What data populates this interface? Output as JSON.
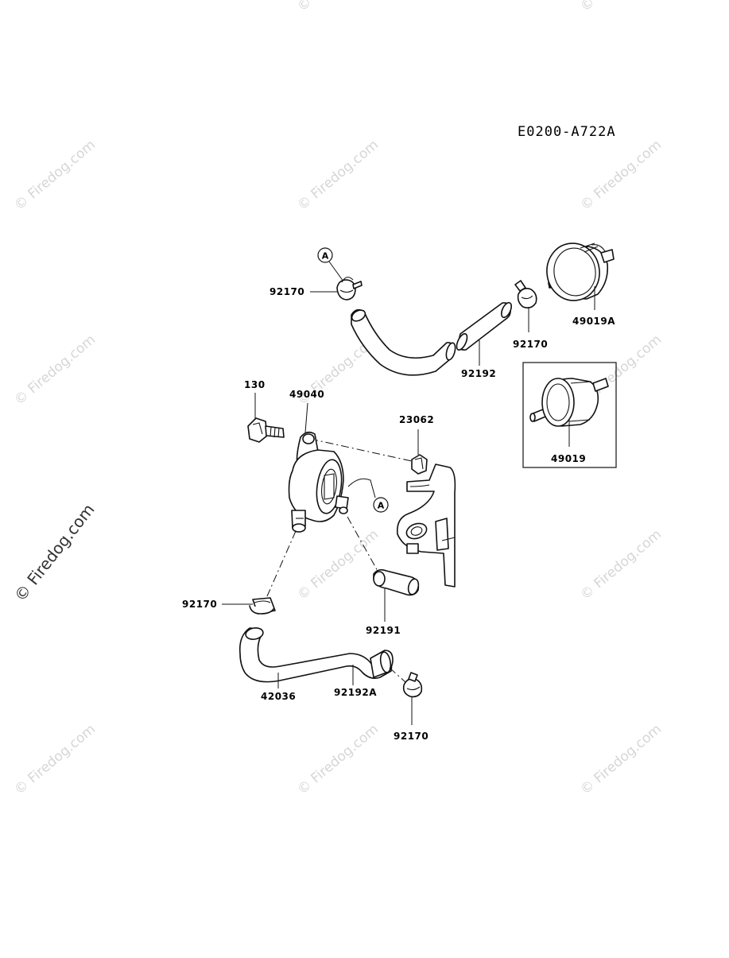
{
  "diagram": {
    "code": "E0200-A722A",
    "watermark": "© Firedog.com",
    "callout_letter": "A",
    "labels": {
      "p92170_top": "92170",
      "p49019A": "49019A",
      "p92170_filter": "92170",
      "p92192": "92192",
      "p130": "130",
      "p49040": "49040",
      "p23062": "23062",
      "p49019": "49019",
      "p92170_pump": "92170",
      "p92191": "92191",
      "p42036": "42036",
      "p92192A": "92192A",
      "p92170_bottom": "92170"
    }
  }
}
